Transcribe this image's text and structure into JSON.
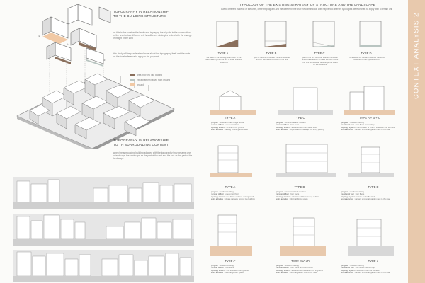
{
  "sidebar": {
    "title": "CONTEXT ANALYSIS 2"
  },
  "section1": {
    "title_line1": "TOPOGRAPHY IN RELATIONSHIP",
    "title_line2": "TO THE BUILDING STRUCTURE",
    "body": "as this in this location the landscape is playing the big role in the construction of the architecture different unit has different strategies to deal with the change in height of the land",
    "body2": "this study will help understand more about the topography itself and the units as the local reference to apply in the proposal",
    "legend": [
      {
        "label": "area that sink into ground",
        "color": "#8a6f5c"
      },
      {
        "label": "extra platform raised from ground",
        "color": "#b9c5c1"
      },
      {
        "label": "ground",
        "color": "#f1c9a5"
      }
    ]
  },
  "section2": {
    "title_line1": "TOPOGRAPHY IN RELATIONSHIP",
    "title_line2": "TO TH SURROUNDING CONTEXT",
    "body": "when the surrounding building adapted with the topography they became one, a landscape the landscape as the part of the unit and the unit as the part of the landscape"
  },
  "typology": {
    "title": "TYPOLOGY OF THE EXISTING STRATEGY OF STRUCTURE AND THE LANDSCAPE",
    "subtitle": "due to different material of the units, different program and the different time that the construction was happened different typologies were chosen to apply with a certain unit",
    "types": [
      {
        "name": "TYPE A",
        "desc": "the base of the building sunk down to the land meaning that the unit is lower than the street line"
      },
      {
        "name": "TYPE B",
        "desc": "part of the unit is sunk to the land however another part is stand on top of the land"
      },
      {
        "name": "TYPE C",
        "desc": "part of the unit is higher than the land with the extra extention to make the floor levels the unit full however another part is stand on the street line"
      },
      {
        "name": "TYPE D",
        "desc": "located on the flat land however the extra extention of the typical function"
      }
    ]
  },
  "examples": {
    "row1": [
      {
        "type": "TYPE A",
        "program": "residual private single house",
        "floors": "one to two floors",
        "topology": "all sink in the ground",
        "extra": "parking lot and garden land"
      },
      {
        "type": "TYPE C",
        "program": "commercial and resident",
        "floors": "four floors",
        "topology": "anti extention from street level",
        "extra": "impermeable drainage and entry parking"
      },
      {
        "type": "TYPE A + B + C",
        "program": "resident building",
        "floors": "four floors and rooftop",
        "topology": "combination of sink in, extention and flat land",
        "extra": "carpark and small garden next to the road"
      }
    ],
    "row2": [
      {
        "type": "TYPE A",
        "program": "resident building",
        "floors": "one to two floors",
        "topology": "four floors and one underground",
        "extra": "private pathway around the building"
      },
      {
        "type": "TYPE D",
        "program": "commercial and resident",
        "floors": "four floors",
        "topology": "extention platform on top of floor",
        "extra": "informal dining space"
      },
      {
        "type": "TYPE D",
        "program": "resident building",
        "floors": "four floors",
        "topology": "locate on the flat land",
        "extra": "carpark and small garden next to the road"
      }
    ],
    "row3": [
      {
        "type": "TYPE C",
        "program": "resident building",
        "floors": "four floors",
        "topology": "anti extention from ground",
        "extra": "informal garden space"
      },
      {
        "type": "TYPE B+C+D",
        "program": "resident building",
        "floors": "four floors and one rooftop",
        "topology": "anti extention and also sink in ground",
        "extra": "informal garden next to the road"
      },
      {
        "type": "TYPE A",
        "program": "resident building",
        "floors": "five floors and roof top",
        "topology": "extention from the flat land",
        "extra": "carpark and small garden next to the road"
      }
    ],
    "field_labels": {
      "program": "program :",
      "floors": "number of floor :",
      "topology": "topology system :",
      "extra": "extra activities :"
    }
  }
}
